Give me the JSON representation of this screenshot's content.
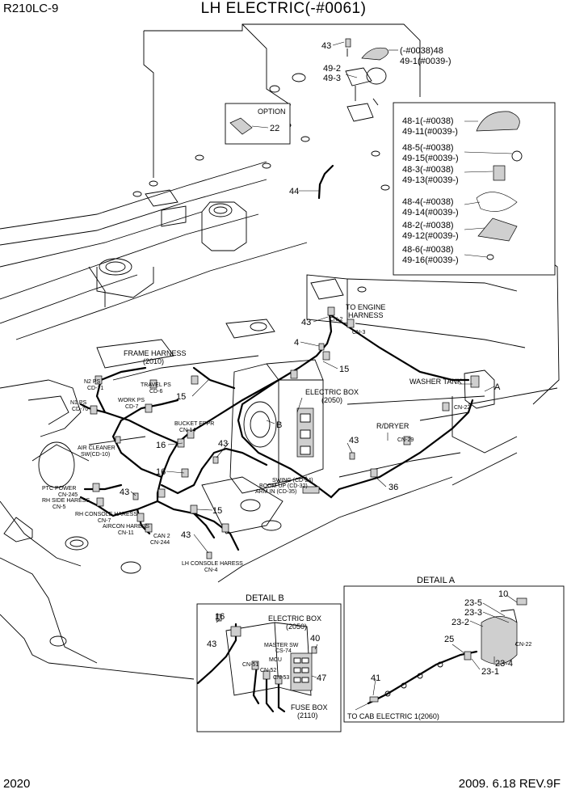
{
  "header": {
    "model": "R210LC-9",
    "title": "LH ELECTRIC(-#0061)"
  },
  "footer": {
    "page": "2020",
    "revision": "2009. 6.18  REV.9F"
  },
  "top_labels": {
    "p43_top": "43",
    "p48_top": "(-#0038)48",
    "p49_1": "49-1(#0039-)",
    "p49_2": "49-2",
    "p49_3": "49-3",
    "option": "OPTION",
    "p22": "22",
    "p44": "44"
  },
  "parts_list": [
    {
      "a": "48-1(-#0038)",
      "b": "49-11(#0039-)"
    },
    {
      "a": "48-5(-#0038)",
      "b": "49-15(#0039-)"
    },
    {
      "a": "48-3(-#0038)",
      "b": "49-13(#0039-)"
    },
    {
      "a": "48-4(-#0038)",
      "b": "49-14(#0039-)"
    },
    {
      "a": "48-2(-#0038)",
      "b": "49-12(#0039-)"
    },
    {
      "a": "48-6(-#0038)",
      "b": "49-16(#0039-)"
    }
  ],
  "main_labels": {
    "to_engine_1": "TO ENGINE",
    "to_engine_2": "HARNESS",
    "cn2": "CN-2",
    "cn3": "CN-3",
    "n43a": "43",
    "n4": "4",
    "n15a": "15",
    "frame_harness": "FRAME HARNESS",
    "frame_harness_no": "(2010)",
    "washer_tank": "WASHER TANK",
    "a_marker": "A",
    "cn22_main": "CN-22",
    "electric_box": "ELECTRIC BOX",
    "electric_box_no": "(2050)",
    "n2_ps": "N2 PS",
    "cd71": "CD-71",
    "travel_ps": "TRAVEL PS",
    "cd6": "CD-6",
    "n15b": "15",
    "n1_ps": "N1 PS",
    "cd70": "CD-70",
    "work_ps": "WORK PS",
    "cd7": "CD-7",
    "b_marker": "B",
    "r_dryer": "R/DRYER",
    "cn29": "CN-29",
    "bucket_eppr": "BUCKET EPPR",
    "cn14": "CN-14",
    "n16a": "16",
    "n43b": "43",
    "n43c": "43",
    "air_cleaner": "AIR CLEANER",
    "sw_cd10": "SW(CD-10)",
    "n16b": "16",
    "swing": "SWING (CD-24)",
    "boom_up": "BOOM UP (CD-32)",
    "arm_in": "ARM IN (CD-35)",
    "n36": "36",
    "ptc_power": "PTC POWER",
    "cn245": "CN-245",
    "n43d": "43",
    "rh_side": "RH SIDE HARESS",
    "cn5": "CN-5",
    "rh_console": "RH CONSOLE HARESS",
    "cn7": "CN-7",
    "n15c": "15",
    "aircon": "AIRCON HARESS",
    "cn11": "CN-11",
    "can2": "CAN 2",
    "cn244": "CN-244",
    "n43e": "43",
    "lh_console": "LH CONSOLE HARESS",
    "cn4": "CN-4"
  },
  "detail_b": {
    "title": "DETAIL B",
    "n16": "16",
    "n43": "43",
    "electric_box": "ELECTRIC BOX",
    "electric_box_no": "(2050)",
    "n40": "40",
    "master_sw": "MASTER SW",
    "cs74": "CS-74",
    "mcu": "MCU",
    "cn51": "CN-51",
    "cn52": "CN-52",
    "cn53": "CN-53",
    "n47": "47",
    "fuse_box": "FUSE BOX",
    "fuse_box_no": "(2110)"
  },
  "detail_a": {
    "title": "DETAIL A",
    "n10": "10",
    "n23_5": "23-5",
    "n23_3": "23-3",
    "n23_2": "23-2",
    "n25": "25",
    "cn22": "CN-22",
    "n23_4": "23-4",
    "n23_1": "23-1",
    "n41": "41",
    "to_cab": "TO CAB ELECTRIC 1(2060)"
  }
}
